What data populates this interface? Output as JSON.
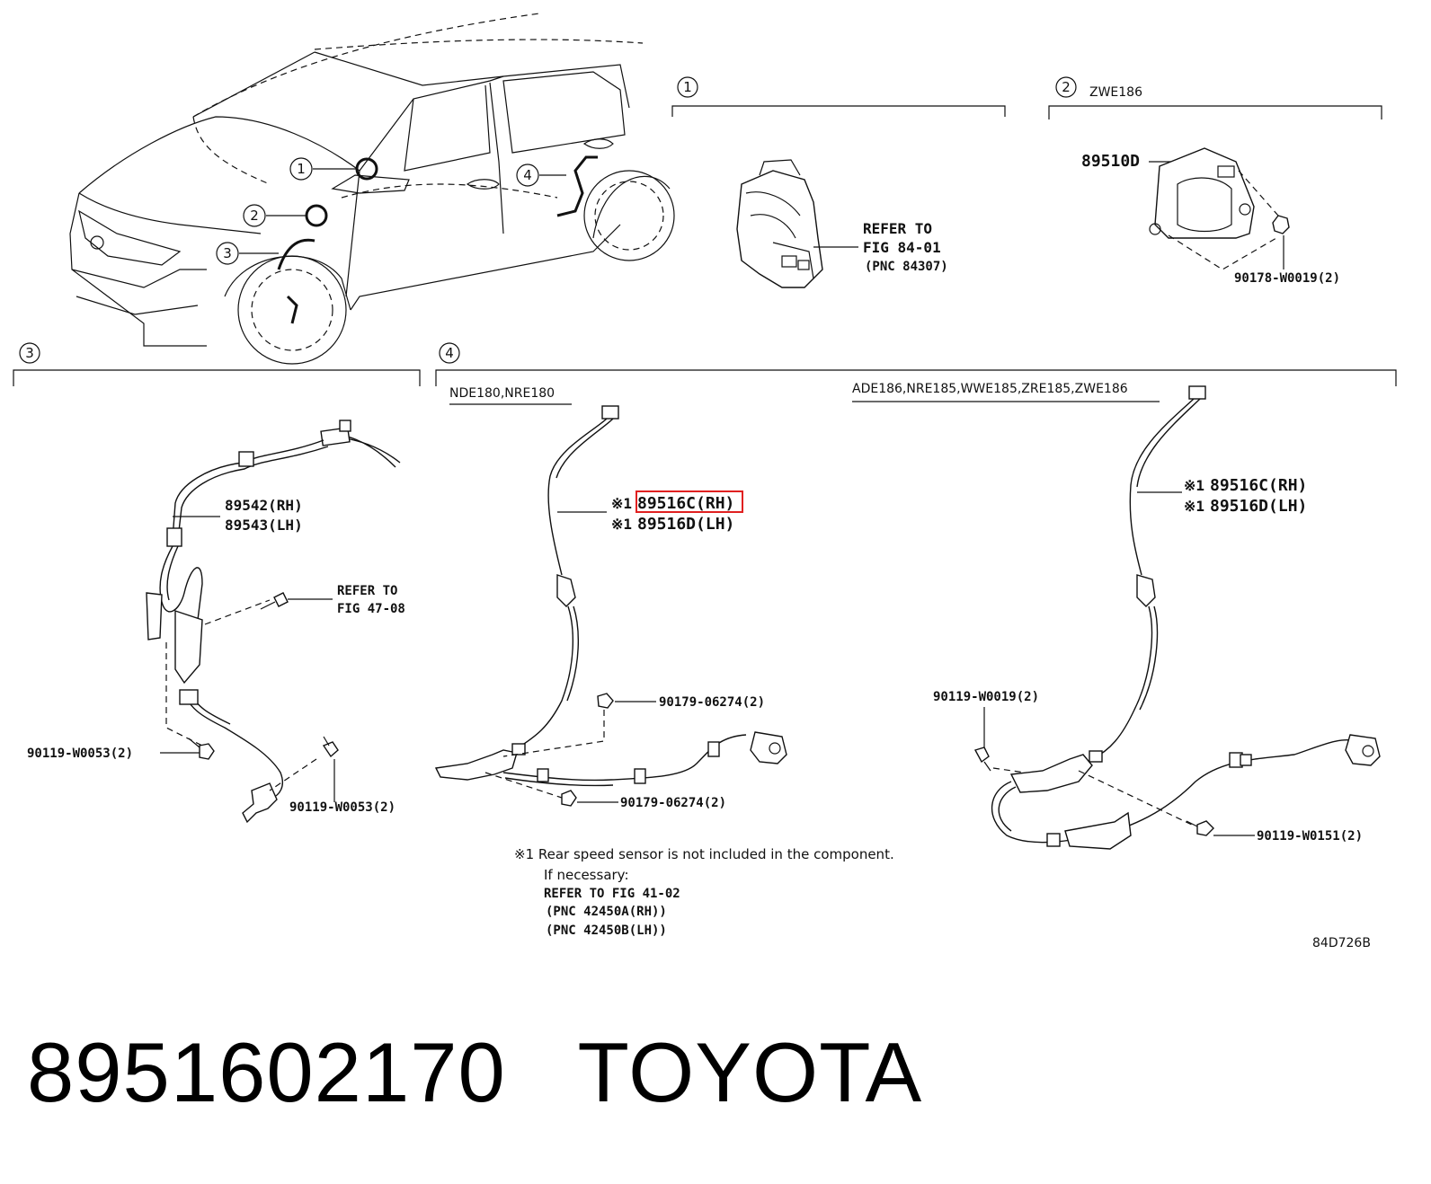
{
  "callouts": {
    "c1": "1",
    "c2": "2",
    "c3": "3",
    "c4": "4"
  },
  "section1": {
    "number": "1",
    "refer_line1": "REFER TO",
    "refer_line2": "FIG 84-01",
    "refer_line3": "(PNC 84307)"
  },
  "section2": {
    "number": "2",
    "model": "ZWE186",
    "part_main": "89510D",
    "part_nut": "90178-W0019(2)"
  },
  "section3": {
    "number": "3",
    "part_rh": "89542(RH)",
    "part_lh": "89543(LH)",
    "refer_line1": "REFER TO",
    "refer_line2": "FIG 47-08",
    "bolt_left": "90119-W0053(2)",
    "bolt_bottom": "90119-W0053(2)"
  },
  "section4": {
    "number": "4",
    "left": {
      "model": "NDE180,NRE180",
      "mark_rh": "※1",
      "part_rh": "89516C(RH)",
      "mark_lh": "※1",
      "part_lh": "89516D(LH)",
      "nut_top": "90179-06274(2)",
      "nut_bottom": "90179-06274(2)"
    },
    "right": {
      "model": "ADE186,NRE185,WWE185,ZRE185,ZWE186",
      "mark_rh": "※1",
      "part_rh": "89516C(RH)",
      "mark_lh": "※1",
      "part_lh": "89516D(LH)",
      "bolt_left": "90119-W0019(2)",
      "bolt_right": "90119-W0151(2)"
    }
  },
  "footnote": {
    "line1": "※1 Rear speed sensor is not included in the component.",
    "line2": "If necessary:",
    "line3": "REFER TO FIG 41-02",
    "line4": "(PNC 42450A(RH))",
    "line5": "(PNC 42450B(LH))"
  },
  "figure_code": "84D726B",
  "caption": {
    "part_number": "8951602170",
    "brand": "TOYOTA"
  },
  "highlight_color": "#e02020"
}
